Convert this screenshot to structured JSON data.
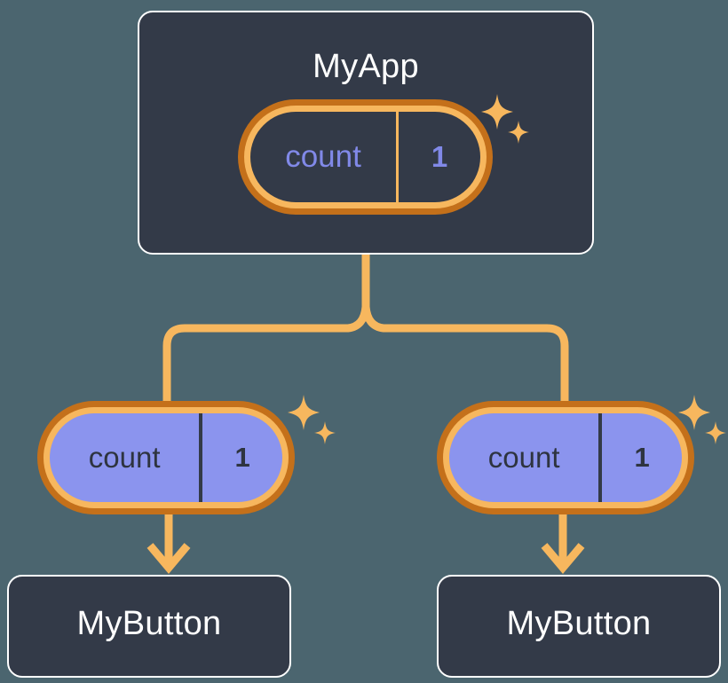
{
  "diagram": {
    "title_visible": false,
    "background_color": "#4b656f",
    "accent_orange_light": "#f7b75e",
    "accent_orange_dark": "#c4701a",
    "purple_fill": "#8b94ee",
    "dark_panel": "#333a48",
    "text_white": "#ffffff"
  },
  "root": {
    "name": "root-component",
    "label": "MyApp",
    "state": {
      "key": "count",
      "value": "1",
      "style": "dark"
    },
    "sparkle": "sparkle-icon"
  },
  "children": [
    {
      "name": "child-left",
      "state": {
        "key": "count",
        "value": "1",
        "style": "purple"
      },
      "sparkle": "sparkle-icon",
      "component": {
        "label": "MyButton"
      }
    },
    {
      "name": "child-right",
      "state": {
        "key": "count",
        "value": "1",
        "style": "purple"
      },
      "sparkle": "sparkle-icon",
      "component": {
        "label": "MyButton"
      }
    }
  ],
  "connectors": {
    "trunk": "vertical-line-from-root",
    "branch": "tee-split-to-two-children",
    "arrows": "downward-arrow-to-component",
    "color": "#f7b75e"
  }
}
